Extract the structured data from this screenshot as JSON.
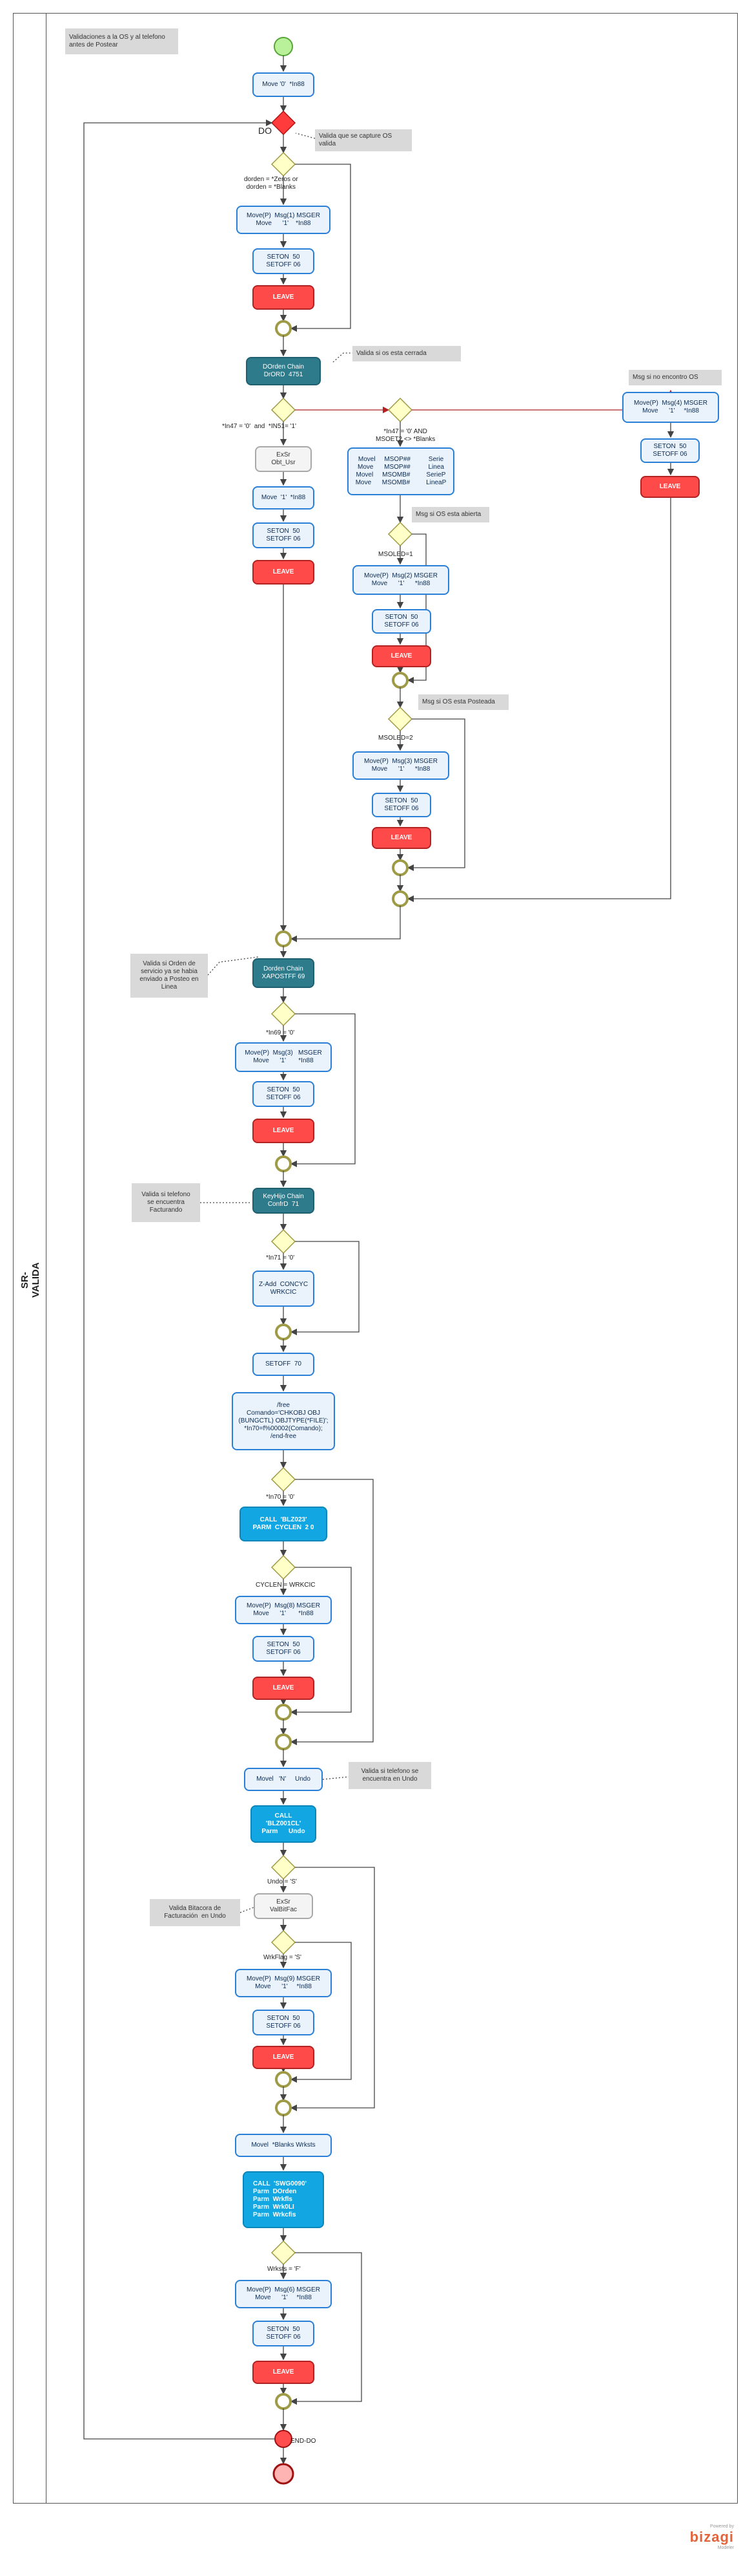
{
  "pool": {
    "title": "SR-VALIDA"
  },
  "notes": {
    "header": "Validaciones a la OS y al telefono\nantes de Postear",
    "valid_os": "Valida que se capture OS\nvalida",
    "closed_os": "Valida si os esta cerrada",
    "not_found": "Msg si no encontro OS",
    "open_os": "Msg si OS esta abierta",
    "posted_os": "Msg si OS esta Posteada",
    "order_sent": "Valida si Orden de\nservicio ya se habia\nenviado a Posteo en\nLinea",
    "phone_billing": "Valida si telefono\nse encuentra\nFacturando",
    "phone_undo": "Valida si telefono se\nencuentra en Undo",
    "bitacora": "Valida Bitacora de\nFacturación  en Undo"
  },
  "tasks": {
    "move0": "Move '0'  *In88",
    "msg1": "Move(P)  Msg(1) MSGER\nMove      '1'    *In88",
    "seton1": "SETON  50\nSETOFF 06",
    "leave": "LEAVE",
    "dorden_chain": "DOrden Chain\nDrORD  4751",
    "exsr_obtusr": "ExSr\nObt_Usr",
    "move1": "Move  '1'  *In88",
    "msg4": "Move(P)  Msg(4) MSGER\nMove      '1'     *In88",
    "seton_50_06": "SETON  50\nSETOFF 06",
    "move_msop": "Movel     MSOP##          Serie\nMove      MSOP##          Linea\nMovel     MSOMB#         SerieP\nMove      MSOMB#         LineaP",
    "msg2": "Move(P)  Msg(2) MSGER\nMove      '1'      *In88",
    "msg3a": "Move(P)  Msg(3) MSGER\nMove      '1'      *In88",
    "dorden_chain2": "Dorden Chain\nXAPOSTFF 69",
    "msg3b": "Move(P)  Msg(3)   MSGER\nMove      '1'       *In88",
    "keyhijo": "KeyHijo Chain\nConfrD  71",
    "zadd": "Z-Add  CONCYC\nWRKCIC",
    "setoff70": "SETOFF  70",
    "free": "/free\nComando='CHKOBJ OBJ\n(BUNGCTL) OBJTYPE(*FILE)';\n*In70=f%00002(Comando);\n/end-free",
    "call_blz": "CALL  'BLZ023'\nPARM  CYCLEN  2 0",
    "msg8": "Move(P)  Msg(8) MSGER\nMove      '1'       *In88",
    "movel_n": "Movel   'N'     Undo",
    "call_blzr": "CALL\n'BLZ001CL'\nParm      Undo",
    "exsr_valbit": "ExSr\nValBitFac",
    "msg9": "Move(P)  Msg(9) MSGER\nMove      '1'     *In88",
    "movel_blanks": "Movel  *Blanks Wrksts",
    "call_swg": "CALL  'SWG0090'\nParm  DOrden\nParm  Wrkfls\nParm  Wrk0LI\nParm  Wrkcfis",
    "msg6": "Move(P)  Msg(6) MSGER\nMove      '1'     *In88"
  },
  "labels": {
    "do": "DO",
    "cond_dorden": "dorden = *Zeros or\ndorden = *Blanks",
    "cond_in47": "*In47 = '0'  and  *IN51= '1'",
    "cond_in47b": "*In47 = '0' AND\nMSOET2 <> *Blanks",
    "cond_msoled1": "MSOLED=1",
    "cond_msoled2": "MSOLED=2",
    "cond_in69": "*In69 = '0'",
    "cond_in71": "*In71 = '0'",
    "cond_in70": "*In70 = '0'",
    "cond_cyclen": "CYCLEN = WRKCIC",
    "cond_undo": "Undo = 'S'",
    "cond_wrkflag": "WrkFlag = 'S'",
    "cond_wrksts": "Wrksts = 'F'",
    "end_do": "END-DO"
  },
  "logo": {
    "powered": "Powered by",
    "name": "bizagi",
    "sub": "Modeler"
  },
  "colors": {
    "start": "#b9f09a",
    "start_stroke": "#58a538",
    "gateway": "#ffffc8",
    "gateway_stroke": "#9e9a45",
    "loop_gw": "#ff3b3b",
    "merge_fill": "#ffffff",
    "merge_stroke": "#9e9a45",
    "end": "#ffb4b4",
    "end_stroke": "#a01010",
    "flow": "#444444",
    "flow_alt": "#b22222"
  }
}
